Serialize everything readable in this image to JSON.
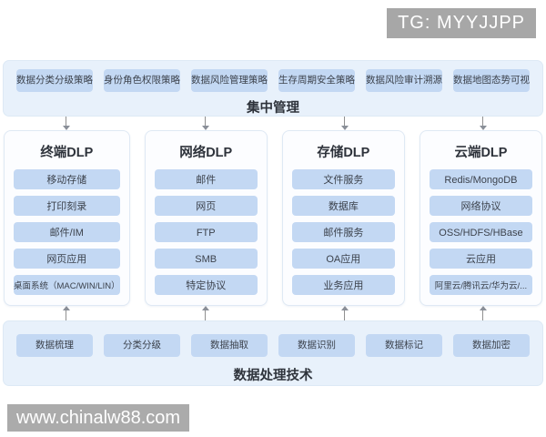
{
  "badges": {
    "tg": "TG: MYYJJPP",
    "site": "www.chinalw88.com"
  },
  "top_panel": {
    "label": "集中管理",
    "items": [
      "数据分类分级策略",
      "身份角色权限策略",
      "数据风险管理策略",
      "生存周期安全策略",
      "数据风险审计溯源",
      "数据地图态势可视"
    ]
  },
  "columns": [
    {
      "title": "终端DLP",
      "items": [
        "移动存储",
        "打印刻录",
        "邮件/IM",
        "网页应用",
        "桌面系统（MAC/WIN/LIN）"
      ]
    },
    {
      "title": "网络DLP",
      "items": [
        "邮件",
        "网页",
        "FTP",
        "SMB",
        "特定协议"
      ]
    },
    {
      "title": "存储DLP",
      "items": [
        "文件服务",
        "数据库",
        "邮件服务",
        "OA应用",
        "业务应用"
      ]
    },
    {
      "title": "云端DLP",
      "items": [
        "Redis/MongoDB",
        "网络协议",
        "OSS/HDFS/HBase",
        "云应用",
        "阿里云/腾讯云/华为云/..."
      ]
    }
  ],
  "bottom_panel": {
    "label": "数据处理技术",
    "items": [
      "数据梳理",
      "分类分级",
      "数据抽取",
      "数据识别",
      "数据标记",
      "数据加密"
    ]
  },
  "colors": {
    "panel_bg": "#e8f1fb",
    "chip_bg": "#c3d8f3",
    "column_bg": "#fcfdff",
    "column_border": "#dfe9f4",
    "arrow": "#8a8f98",
    "badge_bg": "#a7a7a7",
    "text": "#3c424c"
  }
}
